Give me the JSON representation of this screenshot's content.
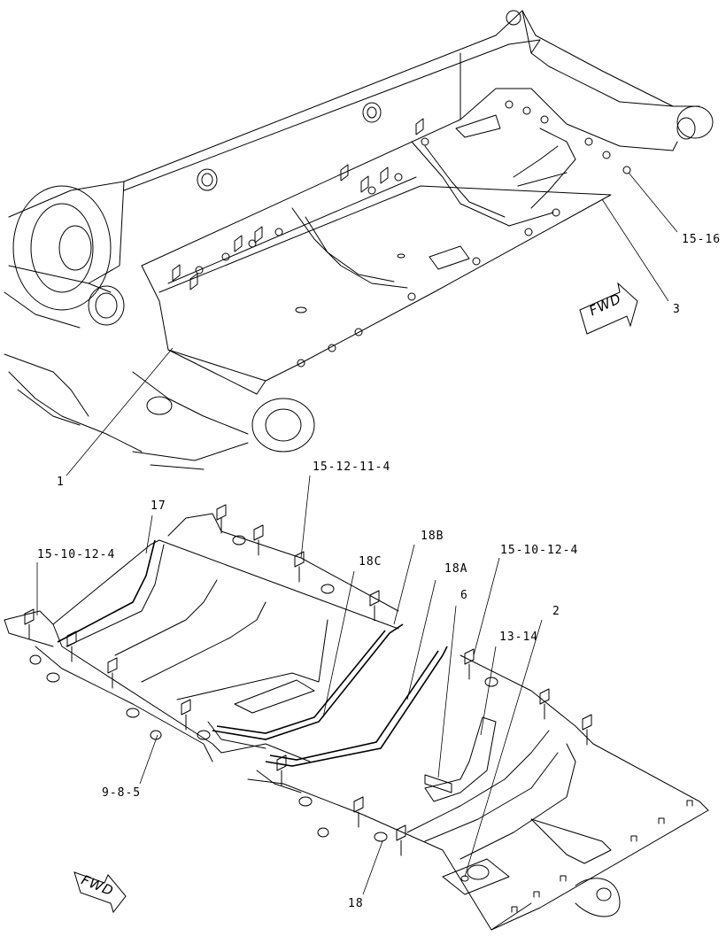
{
  "upper_view": {
    "callouts": {
      "c1": "1",
      "c3": "3",
      "c15_16": "15-16"
    },
    "fwd_label": "FWD"
  },
  "lower_view": {
    "callouts": {
      "c17": "17",
      "c15_10_12_4_left": "15-10-12-4",
      "c15_12_11_4": "15-12-11-4",
      "c18B": "18B",
      "c18C": "18C",
      "c18A": "18A",
      "c15_10_12_4_right": "15-10-12-4",
      "c6": "6",
      "c2": "2",
      "c13_14": "13-14",
      "c9_8_5": "9-8-5",
      "c18": "18"
    },
    "fwd_label": "FWD"
  }
}
